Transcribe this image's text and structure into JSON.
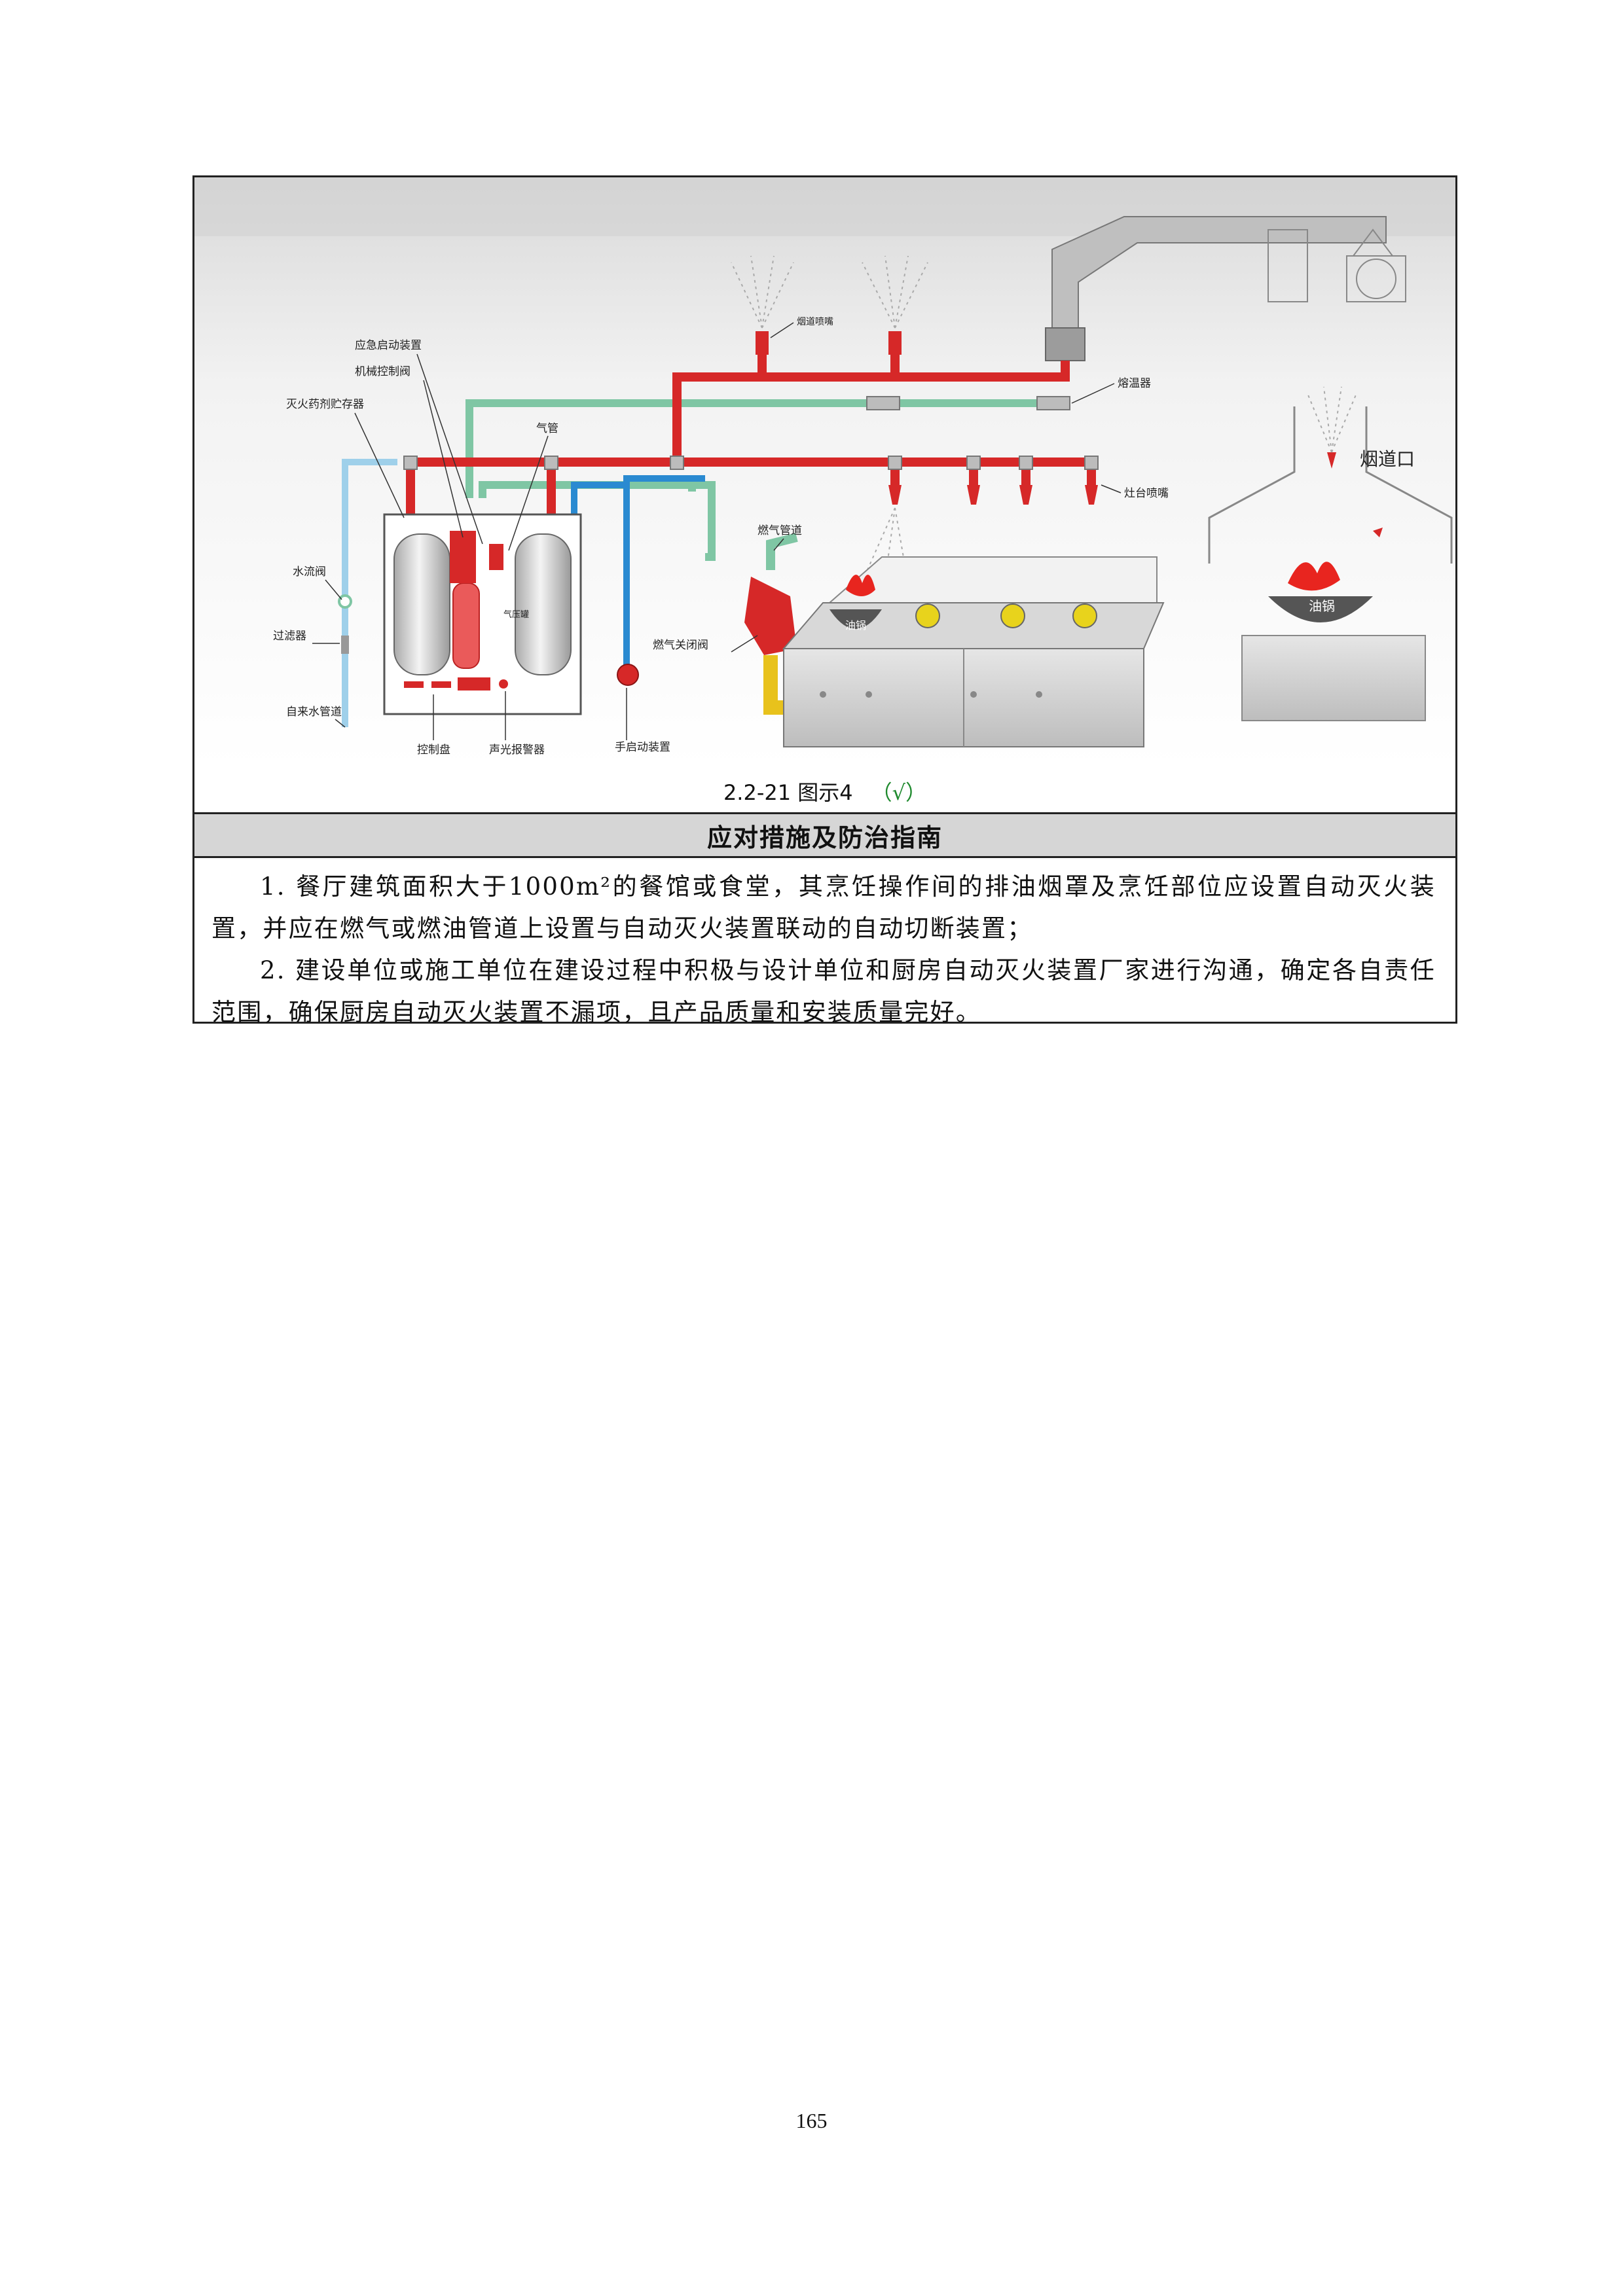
{
  "figure": {
    "labels": {
      "emergency_start": "应急启动装置",
      "mech_control_valve": "机械控制阀",
      "agent_container": "灭火药剂贮存器",
      "gas_pipe": "气管",
      "water_flow_valve": "水流阀",
      "filter": "过滤器",
      "tap_water_pipe": "自来水管道",
      "gas_cylinder": "气压罐",
      "control_panel": "控制盘",
      "alarm": "声光报警器",
      "manual_start": "手启动装置",
      "fuel_gas_pipe": "燃气管道",
      "fuel_gas_shutoff": "燃气关闭阀",
      "hood_nozzle": "烟道喷嘴",
      "fusible_link": "熔温器",
      "stove_nozzle": "灶台喷嘴",
      "flue_opening": "烟道口",
      "oil_pan": "油锅",
      "oil_pan_2": "油锅"
    }
  },
  "caption": {
    "text": "2.2-21 图示4",
    "mark": "（√）"
  },
  "section": {
    "title": "应对措施及防治指南"
  },
  "items": [
    "1.  餐厅建筑面积大于1000m²的餐馆或食堂，其烹饪操作间的排油烟罩及烹饪部位应设置自动灭火装置，并应在燃气或燃油管道上设置与自动灭火装置联动的自动切断装置；",
    "2.  建设单位或施工单位在建设过程中积极与设计单位和厨房自动灭火装置厂家进行沟通，确定各自责任范围，确保厨房自动灭火装置不漏项，且产品质量和安装质量完好。"
  ],
  "page_number": "165",
  "colors": {
    "pipe_red": "#d62828",
    "pipe_green": "#7fc6a4",
    "pipe_blue": "#2a8ad1",
    "header_bg": "#d6d6d6"
  }
}
